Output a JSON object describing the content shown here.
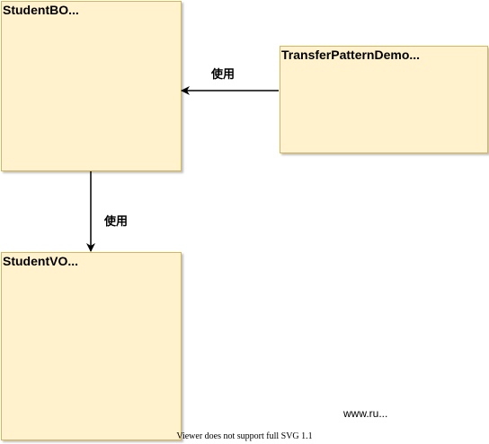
{
  "nodes": {
    "student_bo": "StudentBO...",
    "transfer_demo": "TransferPatternDemo...",
    "student_vo": "StudentVO..."
  },
  "edges": {
    "demo_to_bo": "使用",
    "bo_to_vo": "使用"
  },
  "watermark": "www.ru...",
  "footer": "Viewer does not support full SVG 1.1",
  "colors": {
    "box_fill": "#fff2cc",
    "box_stroke": "#d6b656",
    "line": "#000000"
  }
}
